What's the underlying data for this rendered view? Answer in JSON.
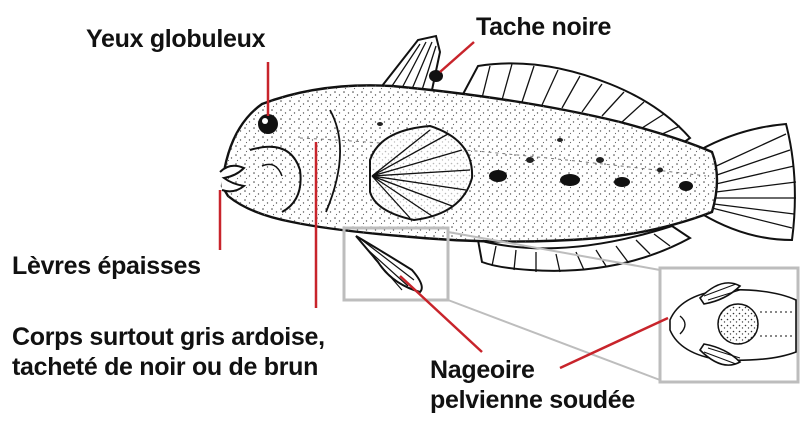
{
  "labels": {
    "eyes": "Yeux globuleux",
    "black_spot": "Tache noire",
    "lips": "Lèvres épaisses",
    "body_line1": "Corps surtout gris ardoise,",
    "body_line2": "tacheté de noir ou de brun",
    "pelvic_line1": "Nageoire",
    "pelvic_line2": "pelvienne soudée"
  },
  "colors": {
    "leader_line": "#c8242b",
    "callout_box": "#bdbdbd",
    "ink": "#111111"
  }
}
